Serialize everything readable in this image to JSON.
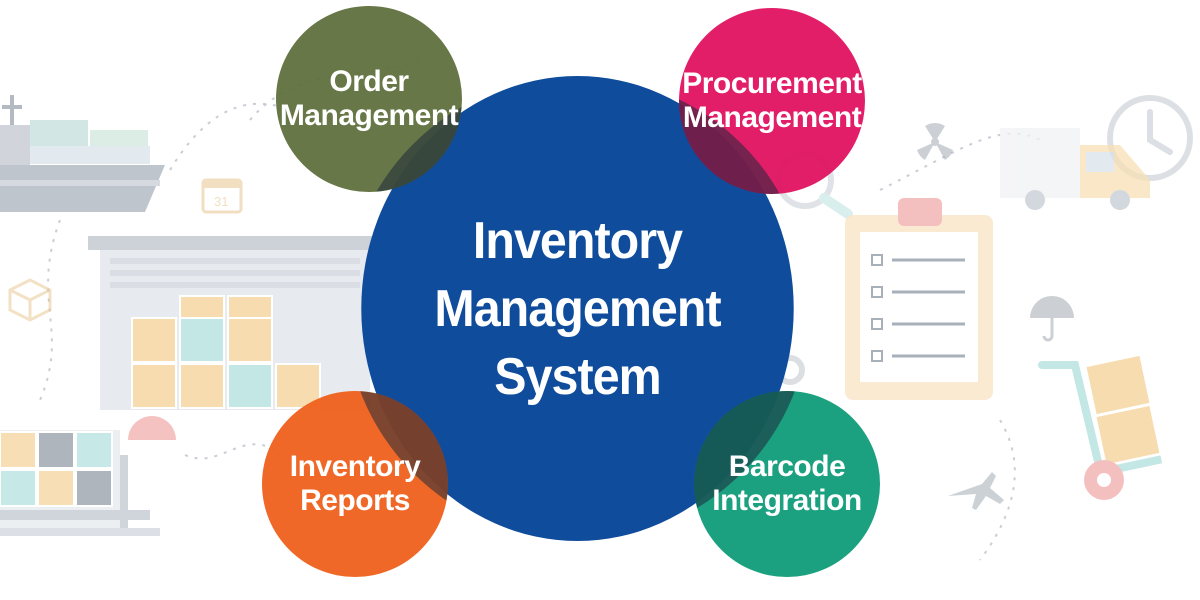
{
  "center": {
    "line1": "Inventory",
    "line2": "Management",
    "line3": "System"
  },
  "satellites": {
    "order": {
      "line1": "Order",
      "line2": "Management"
    },
    "procurement": {
      "line1": "Procurement",
      "line2": "Management"
    },
    "reports": {
      "line1": "Inventory",
      "line2": "Reports"
    },
    "barcode": {
      "line1": "Barcode",
      "line2": "Integration"
    }
  },
  "colors": {
    "center": "#0f4c9c",
    "order": "#5d6e3b",
    "procurement": "#e0105f",
    "reports": "#ef5f1a",
    "barcode": "#0d9a78"
  },
  "background_icons": [
    "ship-icon",
    "warehouse-icon",
    "truck-icon",
    "clock-icon",
    "clipboard-icon",
    "hand-truck-icon",
    "scale-icon",
    "calendar-icon",
    "airplane-icon",
    "umbrella-icon",
    "radiation-icon",
    "magnifier-icon"
  ]
}
